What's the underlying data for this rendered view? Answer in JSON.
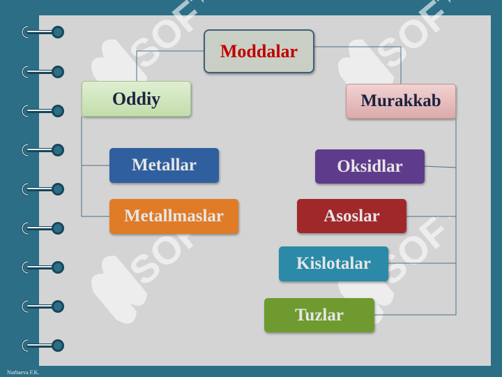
{
  "diagram": {
    "root": {
      "label": "Moddalar",
      "text_color": "#c00000"
    },
    "simple": {
      "label": "Oddiy"
    },
    "complex": {
      "label": "Murakkab"
    },
    "simple_children": [
      {
        "label": "Metallar",
        "color": "#2f5f9e"
      },
      {
        "label": "Metallmaslar",
        "color": "#e07b27"
      }
    ],
    "complex_children": [
      {
        "label": "Oksidlar",
        "color": "#5f3b8c"
      },
      {
        "label": "Asoslar",
        "color": "#a0282b"
      },
      {
        "label": "Kislotalar",
        "color": "#2a8aa8"
      },
      {
        "label": "Tuzlar",
        "color": "#6f9a2f"
      }
    ]
  },
  "watermark": {
    "text": "SOFT"
  },
  "footer": {
    "author": "Narbaeva F.K."
  }
}
